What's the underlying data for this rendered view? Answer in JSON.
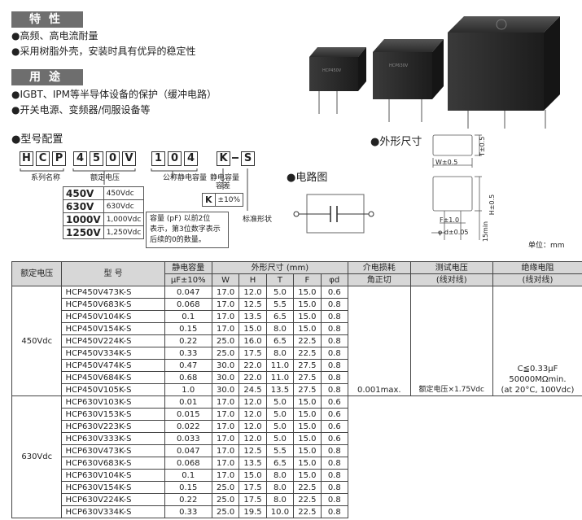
{
  "features": {
    "title": "特性",
    "items": [
      "●高频、高电流耐量",
      "●采用树脂外壳，安装时具有优异的稳定性"
    ]
  },
  "usage": {
    "title": "用途",
    "items": [
      "●IGBT、IPM等半导体设备的保护（缓冲电路）",
      "●开关电源、变频器/伺服设备等"
    ]
  },
  "model_config": {
    "title": "●型号配置",
    "boxes": [
      "H",
      "C",
      "P",
      "4",
      "5",
      "0",
      "V",
      "1",
      "0",
      "4",
      "K",
      "S"
    ],
    "label_series": "系列名称",
    "label_voltage": "额定电压",
    "label_capacitance": "公称静电容量",
    "label_cap_tol_1": "静电容量",
    "label_cap_tol_2": "容差",
    "label_standard": "标准形状",
    "voltage_codes": [
      {
        "code": "450V",
        "value": "450Vdc"
      },
      {
        "code": "630V",
        "value": "630Vdc"
      },
      {
        "code": "1000V",
        "value": "1,000Vdc"
      },
      {
        "code": "1250V",
        "value": "1,250Vdc"
      }
    ],
    "tol_code": "K",
    "tol_value": "±10%",
    "cap_note": [
      "容量 (pF) 以前2位",
      "表示，第3位数字表示",
      "后续的0的数量。"
    ]
  },
  "circuit": {
    "title": "●电路图"
  },
  "dimensions": {
    "title": "●外形尺寸",
    "w_label": "W±0.5",
    "t_label": "T±0.5",
    "h_label": "H±0.5",
    "f_label": "F±1.0",
    "d_label": "φ d±0.05",
    "lead_label": "15min",
    "unit": "单位：mm"
  },
  "table": {
    "headers": {
      "rated_voltage": "额定电压",
      "model": "型 号",
      "capacitance_1": "静电容量",
      "capacitance_2": "μF±10%",
      "dims": "外形尺寸 (mm)",
      "w": "W",
      "h": "H",
      "t": "T",
      "f": "F",
      "d": "φd",
      "loss_1": "介电损耗",
      "loss_2": "角正切",
      "test_1": "测试电压",
      "test_2": "(线对线)",
      "ins_1": "绝缘电阻",
      "ins_2": "(线对线)"
    },
    "group_450": "450Vdc",
    "group_630": "630Vdc",
    "rows_450": [
      [
        "HCP450V473K-S",
        "0.047",
        "17.0",
        "12.0",
        "5.0",
        "15.0",
        "0.6"
      ],
      [
        "HCP450V683K-S",
        "0.068",
        "17.0",
        "12.5",
        "5.5",
        "15.0",
        "0.8"
      ],
      [
        "HCP450V104K-S",
        "0.1",
        "17.0",
        "13.5",
        "6.5",
        "15.0",
        "0.8"
      ],
      [
        "HCP450V154K-S",
        "0.15",
        "17.0",
        "15.0",
        "8.0",
        "15.0",
        "0.8"
      ],
      [
        "HCP450V224K-S",
        "0.22",
        "25.0",
        "16.0",
        "6.5",
        "22.5",
        "0.8"
      ],
      [
        "HCP450V334K-S",
        "0.33",
        "25.0",
        "17.5",
        "8.0",
        "22.5",
        "0.8"
      ],
      [
        "HCP450V474K-S",
        "0.47",
        "30.0",
        "22.0",
        "11.0",
        "27.5",
        "0.8"
      ],
      [
        "HCP450V684K-S",
        "0.68",
        "30.0",
        "22.0",
        "11.0",
        "27.5",
        "0.8"
      ],
      [
        "HCP450V105K-S",
        "1.0",
        "30.0",
        "24.5",
        "13.5",
        "27.5",
        "0.8"
      ]
    ],
    "rows_630": [
      [
        "HCP630V103K-S",
        "0.01",
        "17.0",
        "12.0",
        "5.0",
        "15.0",
        "0.6"
      ],
      [
        "HCP630V153K-S",
        "0.015",
        "17.0",
        "12.0",
        "5.0",
        "15.0",
        "0.6"
      ],
      [
        "HCP630V223K-S",
        "0.022",
        "17.0",
        "12.0",
        "5.0",
        "15.0",
        "0.6"
      ],
      [
        "HCP630V333K-S",
        "0.033",
        "17.0",
        "12.0",
        "5.0",
        "15.0",
        "0.6"
      ],
      [
        "HCP630V473K-S",
        "0.047",
        "17.0",
        "12.5",
        "5.5",
        "15.0",
        "0.8"
      ],
      [
        "HCP630V683K-S",
        "0.068",
        "17.0",
        "13.5",
        "6.5",
        "15.0",
        "0.8"
      ],
      [
        "HCP630V104K-S",
        "0.1",
        "17.0",
        "15.0",
        "8.0",
        "15.0",
        "0.8"
      ],
      [
        "HCP630V154K-S",
        "0.15",
        "25.0",
        "17.5",
        "8.0",
        "22.5",
        "0.8"
      ],
      [
        "HCP630V224K-S",
        "0.22",
        "25.0",
        "17.5",
        "8.0",
        "22.5",
        "0.8"
      ],
      [
        "HCP630V334K-S",
        "0.33",
        "25.0",
        "19.5",
        "10.0",
        "22.5",
        "0.8"
      ]
    ],
    "loss_value": "0.001max.",
    "test_value": "额定电压×1.75Vdc",
    "ins_values": [
      "C≦0.33μF",
      "50000MΩmin.",
      "(at 20°C, 100Vdc)"
    ]
  }
}
